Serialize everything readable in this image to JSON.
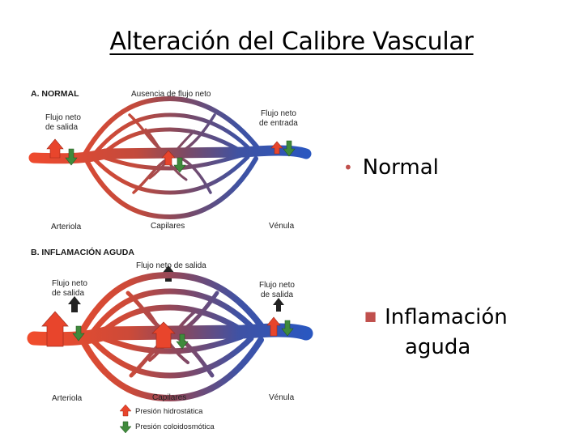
{
  "slide": {
    "title": "Alteración del Calibre Vascular"
  },
  "figure": {
    "panel_a": {
      "heading": "A.  NORMAL",
      "top_label": "Ausencia de flujo neto",
      "left_label_1": "Flujo neto",
      "left_label_2": "de salida",
      "right_label_1": "Flujo neto",
      "right_label_2": "de entrada",
      "bottom_left": "Arteriola",
      "bottom_center": "Capilares",
      "bottom_right": "Vénula"
    },
    "panel_b": {
      "heading": "B.  INFLAMACIÓN AGUDA",
      "top_label": "Flujo neto de salida",
      "left_label_1": "Flujo neto",
      "left_label_2": "de salida",
      "right_label_1": "Flujo neto",
      "right_label_2": "de salida",
      "bottom_left": "Arteriola",
      "bottom_center": "Capilares",
      "bottom_right": "Vénula"
    },
    "legend": {
      "hydrostatic": "Presión hidrostática",
      "colloid": "Presión coloidosmótica"
    }
  },
  "bullets": {
    "normal": "Normal",
    "inflammation_line1": "Inflamación",
    "inflammation_line2": "aguda"
  },
  "colors": {
    "arterial": "#e8452c",
    "venous": "#2a56b8",
    "hydrostatic_arrow": "#e8452c",
    "colloid_arrow": "#3f8a3c",
    "bullet_accent": "#c0504d"
  }
}
